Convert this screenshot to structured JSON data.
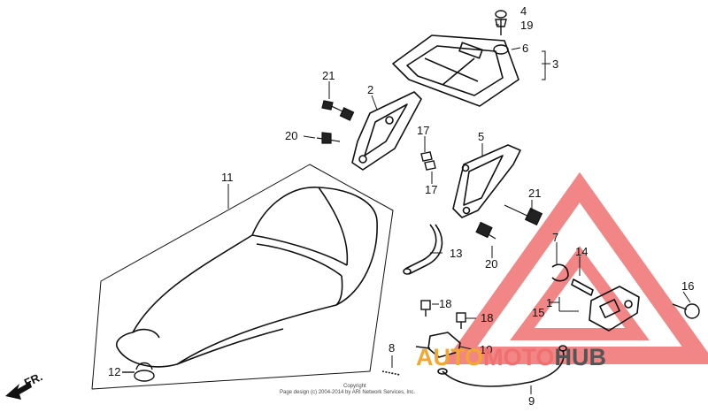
{
  "colors": {
    "watermark_red": "#f07070",
    "watermark_orange": "#f2a733",
    "watermark_dark": "#555555",
    "line": "#111111"
  },
  "callouts": {
    "c1": "1",
    "c2": "2",
    "c3": "3",
    "c4": "4",
    "c5": "5",
    "c6": "6",
    "c7": "7",
    "c8": "8",
    "c9": "9",
    "c10": "10",
    "c11": "11",
    "c12": "12",
    "c13": "13",
    "c14": "14",
    "c15": "15",
    "c16": "16",
    "c17a": "17",
    "c17b": "17",
    "c18a": "18",
    "c18b": "18",
    "c19": "19",
    "c20a": "20",
    "c20b": "20",
    "c21a": "21",
    "c21b": "21"
  },
  "direction_label": "FR.",
  "copyright": {
    "line1": "Copyright",
    "line2": "Page design (c) 2004-2014 by ARI Network Services, Inc."
  },
  "watermark": {
    "part1": "AUTO",
    "part2": "MOTO",
    "part3": "HUB"
  }
}
